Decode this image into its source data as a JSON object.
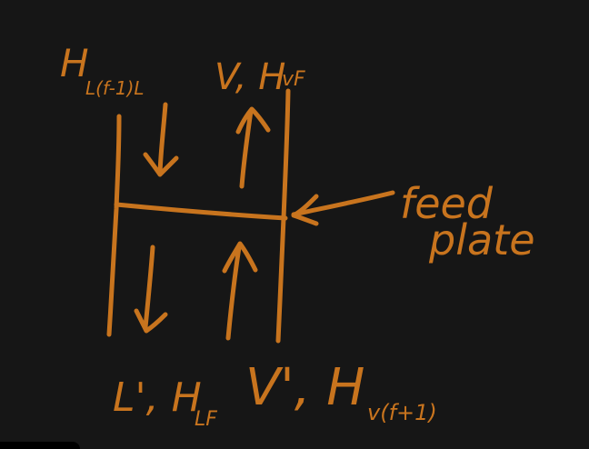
{
  "colors": {
    "background": "#161616",
    "ink": "#c8741e"
  },
  "labels": {
    "top_liquid": "H",
    "top_liquid_sub": "L(f-1)L",
    "top_vapor": "V, H",
    "top_vapor_sub": "vF",
    "feed_word1": "feed",
    "feed_word2": "plate",
    "bottom_liquid": "L', H",
    "bottom_liquid_sub": "LF",
    "bottom_vapor": "V', H",
    "bottom_vapor_sub": "v(f+1)"
  }
}
